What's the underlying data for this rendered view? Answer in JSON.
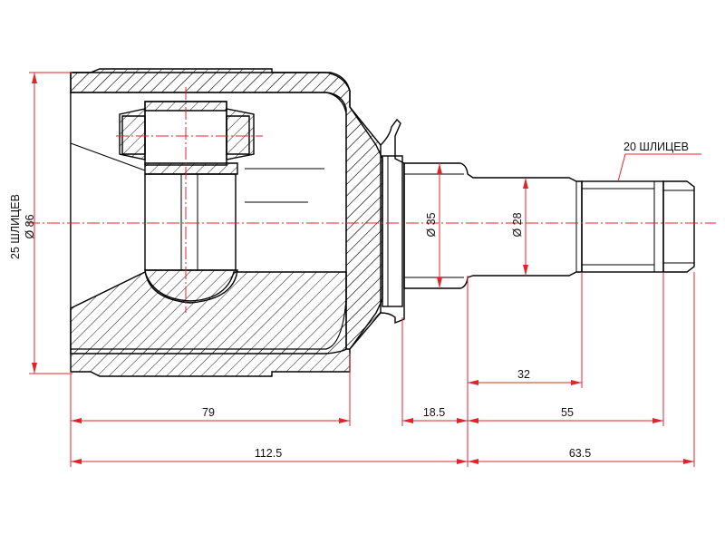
{
  "labels": {
    "splines_25": "25 ШЛИЦЕВ",
    "dia_86": "Ø 86",
    "dia_35": "Ø 35",
    "dia_28": "Ø 28",
    "splines_20": "20 ШЛИЦЕВ"
  },
  "dimensions": {
    "d79": "79",
    "d18_5": "18.5",
    "d55": "55",
    "d32": "32",
    "d112_5": "112.5",
    "d63_5": "63.5"
  },
  "colors": {
    "dimension_line": "#e0242c",
    "outline": "#000000"
  }
}
